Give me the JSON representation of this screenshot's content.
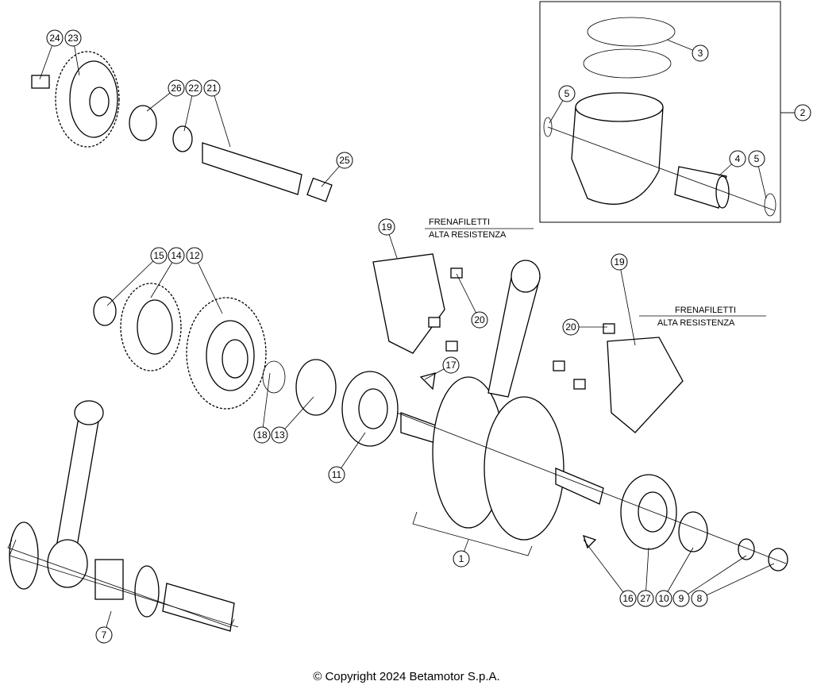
{
  "diagram": {
    "callouts": [
      "24",
      "23",
      "26",
      "22",
      "21",
      "25",
      "3",
      "2",
      "5",
      "4",
      "5",
      "19",
      "15",
      "14",
      "12",
      "20",
      "17",
      "19",
      "20",
      "18",
      "13",
      "11",
      "1",
      "7",
      "16",
      "27",
      "10",
      "9",
      "8"
    ],
    "notes": [
      {
        "line1": "FRENAFILETTI",
        "line2": "ALTA RESISTENZA"
      },
      {
        "line1": "FRENAFILETTI",
        "line2": "ALTA RESISTENZA"
      }
    ]
  },
  "footer": {
    "copyright": "© Copyright 2024 Betamotor S.p.A."
  }
}
